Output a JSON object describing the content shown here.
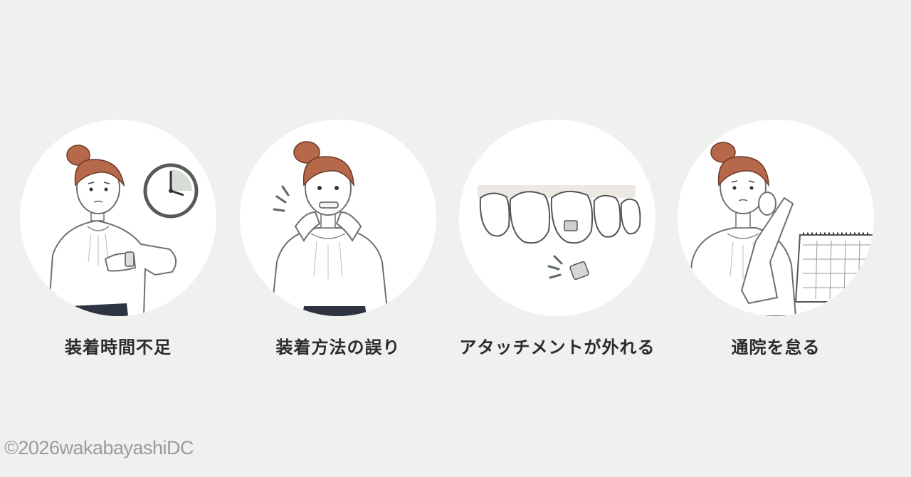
{
  "items": [
    {
      "caption": "装着時間不足",
      "icon": "wristwatch-and-wall-clock"
    },
    {
      "caption": "装着方法の誤り",
      "icon": "fitting-aligner"
    },
    {
      "caption": "アタッチメントが外れる",
      "icon": "tooth-attachment"
    },
    {
      "caption": "通院を怠る",
      "icon": "calendar"
    }
  ],
  "copyright": "©2026wakabayashiDC",
  "colors": {
    "background": "#eff1ee",
    "circle": "#ffffff",
    "hair": "#b5684a",
    "text": "#2b2b2b",
    "accent_dash": "#5c6b5c"
  }
}
